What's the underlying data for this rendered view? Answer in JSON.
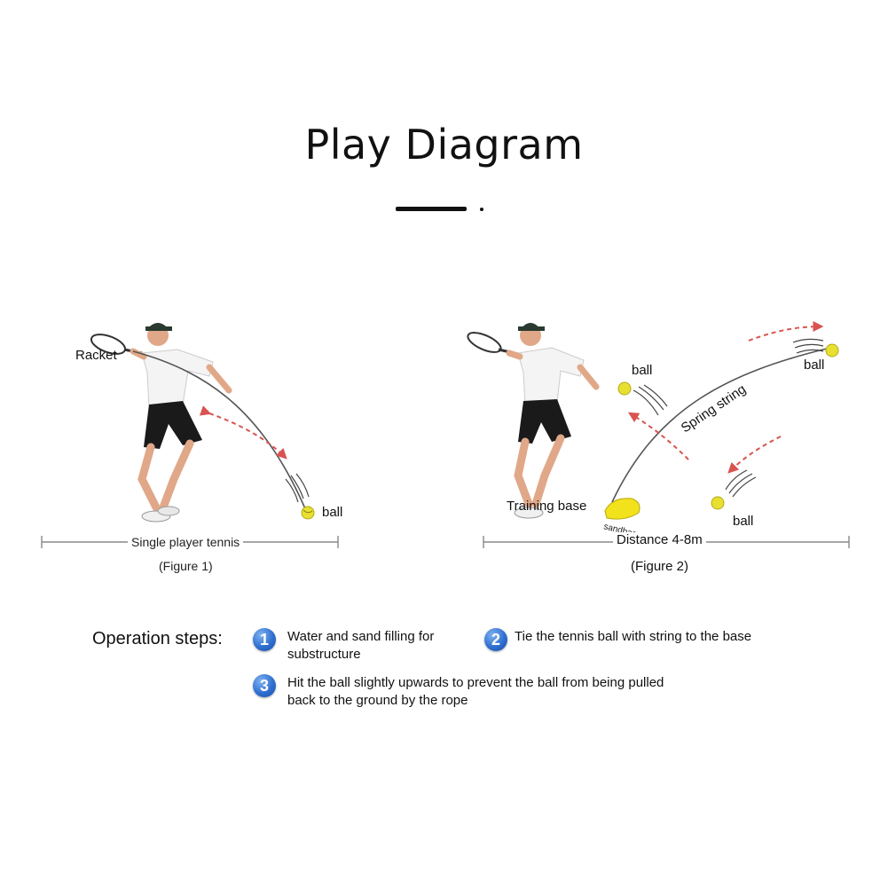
{
  "header": {
    "title": "Play Diagram"
  },
  "figure1": {
    "racket_label": "Racket",
    "ball_label": "ball",
    "bar_label": "Single player tennis",
    "caption": "(Figure 1)"
  },
  "figure2": {
    "ball_near_label": "ball",
    "ball_top_label": "ball",
    "ball_bottom_label": "ball",
    "string_label": "Spring string",
    "base_label": "Training base",
    "sandbag_label": "sandbag",
    "distance_label": "Distance 4-8m",
    "caption": "(Figure 2)"
  },
  "operation": {
    "heading": "Operation steps:",
    "steps": [
      {
        "number": "1",
        "text": "Water and sand filling for substructure"
      },
      {
        "number": "2",
        "text": "Tie the tennis ball with string to the base"
      },
      {
        "number": "3",
        "text": "Hit the ball slightly upwards to prevent the ball from being pulled back to the ground by the rope"
      }
    ]
  },
  "colors": {
    "arrow": "#d9534f",
    "ball": "#e8e030",
    "badge": "#2f6fd0",
    "sandbag": "#f2e21c"
  }
}
